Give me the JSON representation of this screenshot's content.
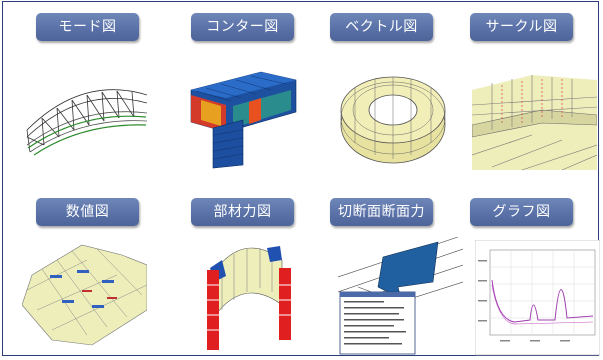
{
  "tiles": [
    {
      "label": "モード図",
      "icon": "mode-shape-bridge-icon"
    },
    {
      "label": "コンター図",
      "icon": "contour-pier-icon"
    },
    {
      "label": "ベクトル図",
      "icon": "vector-ring-icon"
    },
    {
      "label": "サークル図",
      "icon": "circle-plot-icon"
    },
    {
      "label": "数値図",
      "icon": "numeric-mesh-icon"
    },
    {
      "label": "部材力図",
      "icon": "member-force-arch-icon"
    },
    {
      "label": "切断面断面力",
      "icon": "section-force-icon"
    },
    {
      "label": "グラフ図",
      "icon": "graph-plot-icon"
    }
  ],
  "colors": {
    "label_bg": "#5a72a8",
    "border": "#2a3f7a"
  }
}
